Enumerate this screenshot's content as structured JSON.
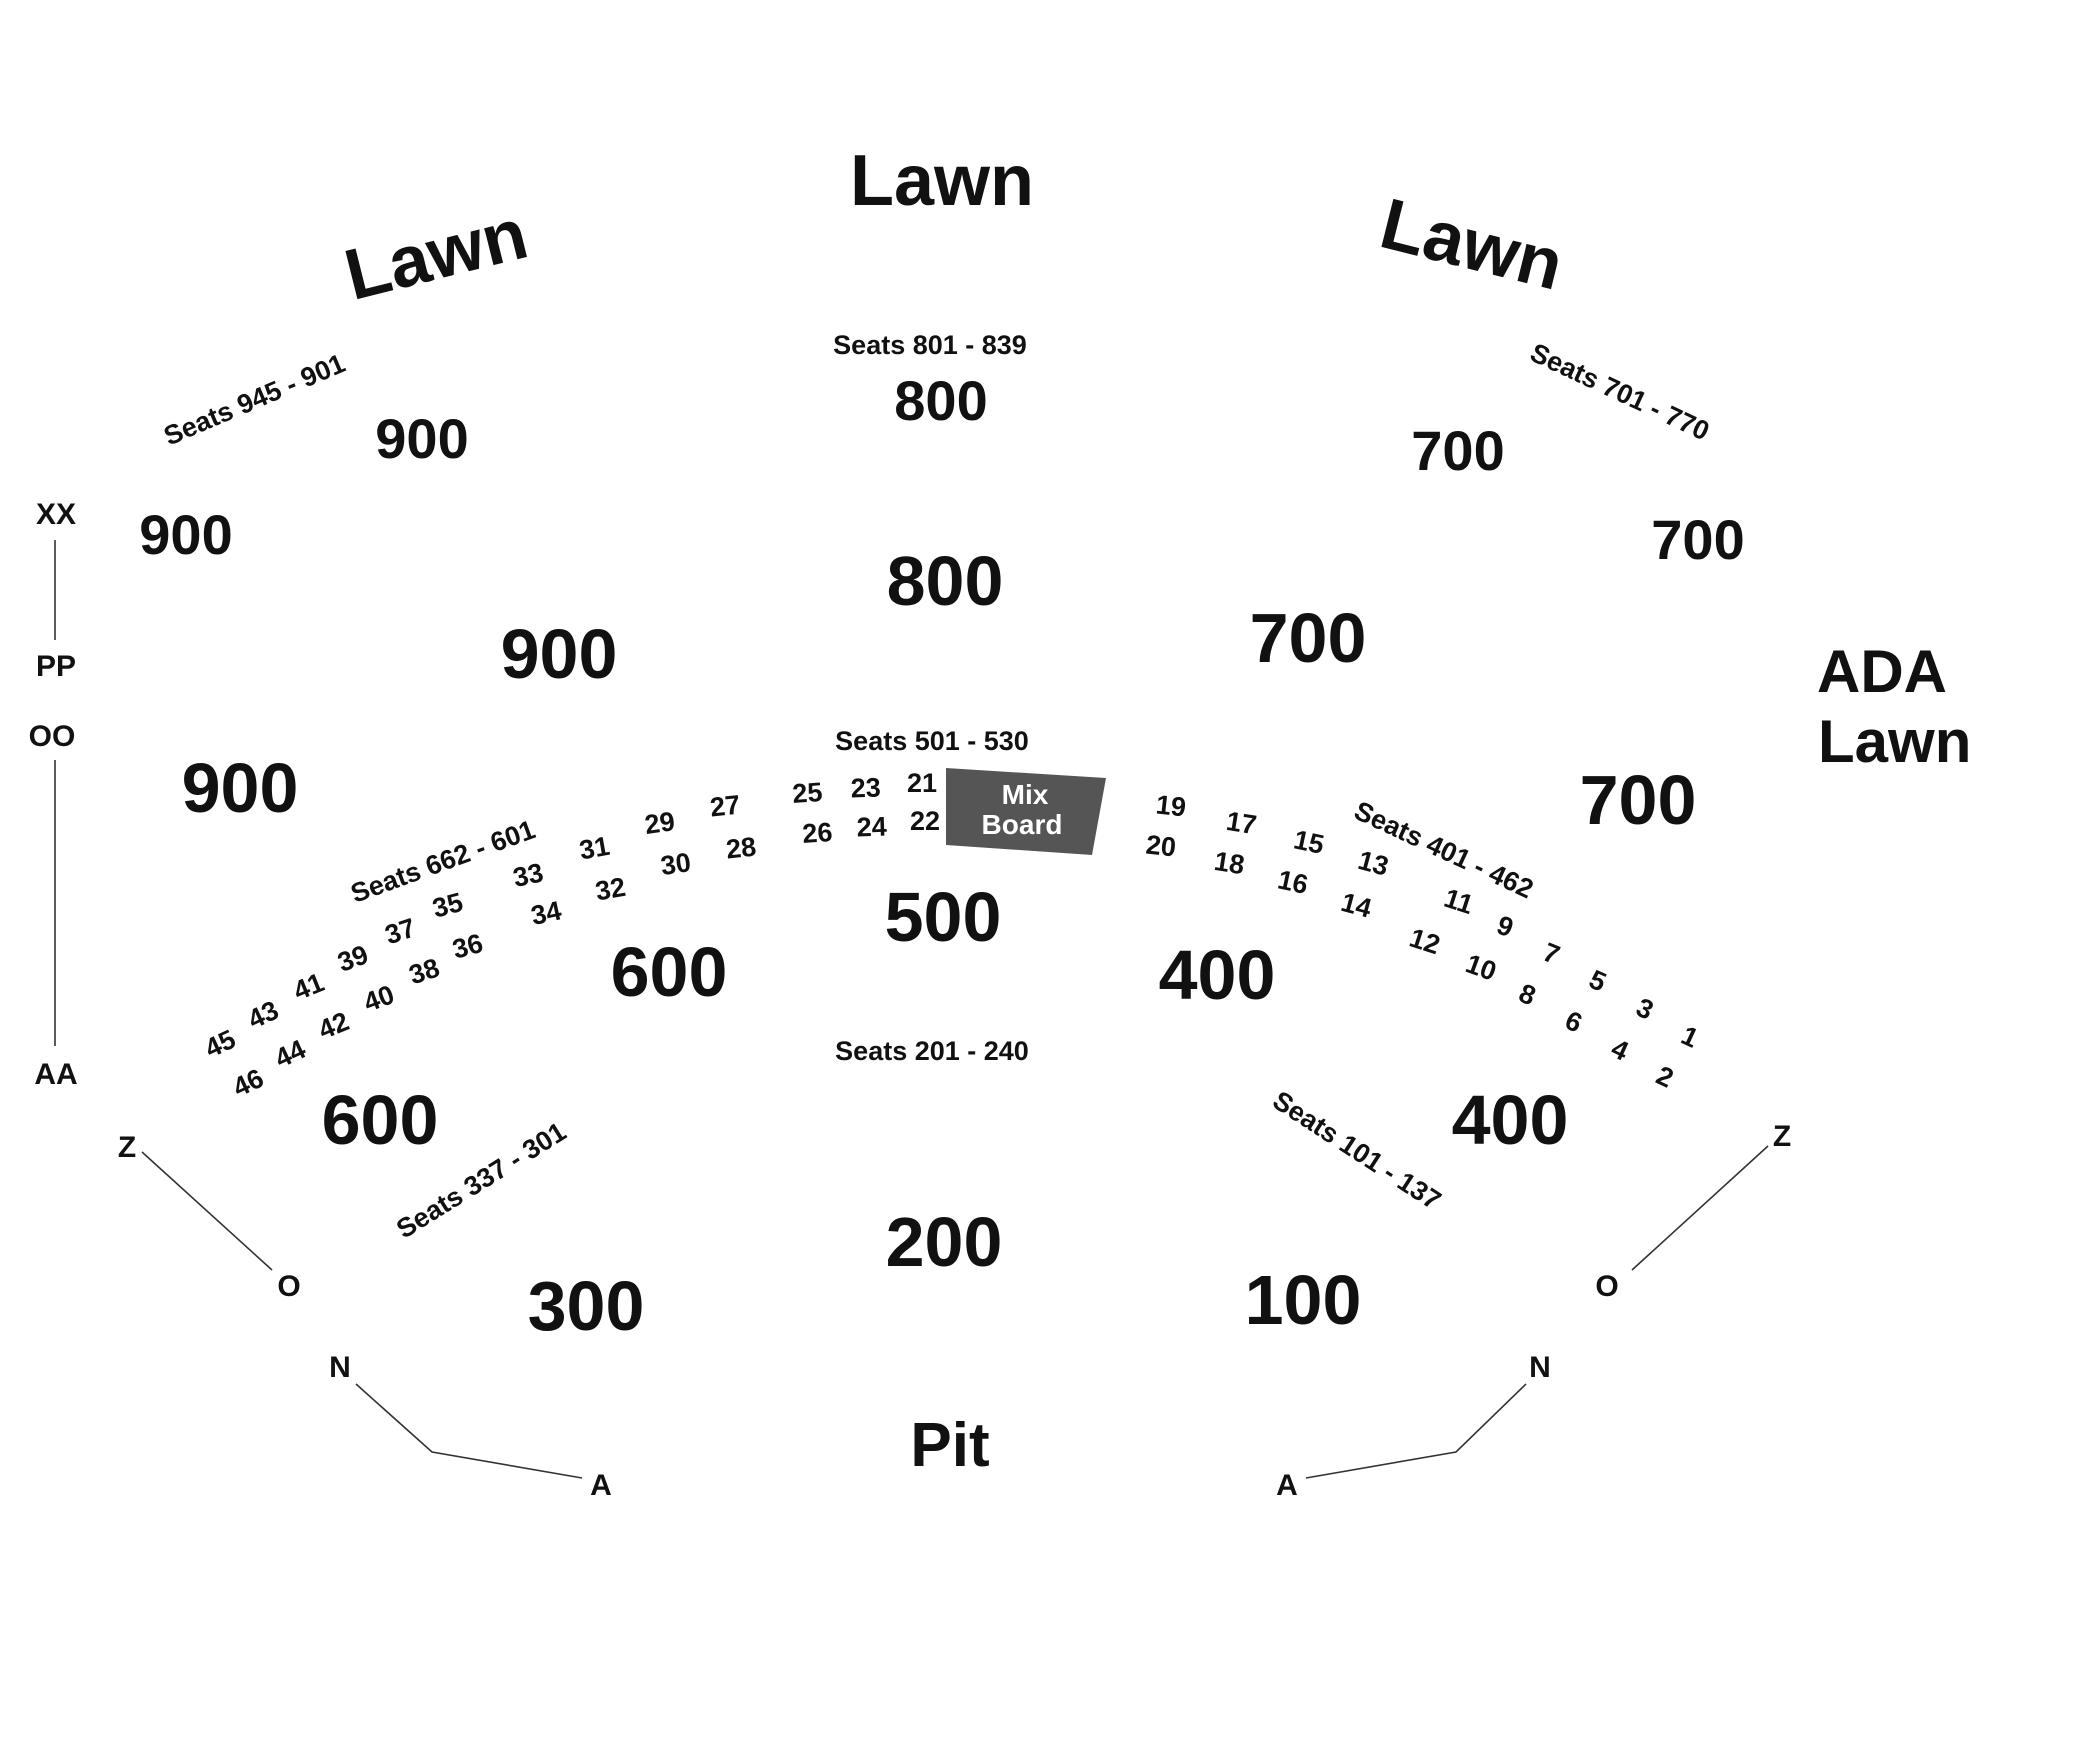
{
  "lawn": {
    "left": "Lawn",
    "center": "Lawn",
    "right": "Lawn"
  },
  "ada_lawn": {
    "line1": "ADA",
    "line2": "Lawn"
  },
  "pit": "Pit",
  "mix_board": {
    "line1": "Mix",
    "line2": "Board",
    "color": "#555555"
  },
  "sections": {
    "s900_top": "900",
    "s900_left": "900",
    "s900_mid": "900",
    "s900_low": "900",
    "s800_top": "800",
    "s800_mid": "800",
    "s700_top": "700",
    "s700_right": "700",
    "s700_mid": "700",
    "s700_low": "700",
    "s500": "500",
    "s600_upper": "600",
    "s600_lower": "600",
    "s400_upper": "400",
    "s400_lower": "400",
    "s300": "300",
    "s200": "200",
    "s100": "100"
  },
  "seat_ranges": {
    "r945_901": "Seats 945 - 901",
    "r801_839": "Seats 801 - 839",
    "r701_770": "Seats 701 - 770",
    "r501_530": "Seats 501 - 530",
    "r662_601": "Seats 662 - 601",
    "r401_462": "Seats 401 - 462",
    "r201_240": "Seats 201 - 240",
    "r337_301": "Seats 337 - 301",
    "r101_137": "Seats 101 - 137"
  },
  "rows": {
    "left_xx": "XX",
    "left_pp": "PP",
    "left_oo": "OO",
    "left_aa": "AA",
    "left_z": "Z",
    "left_o": "O",
    "left_n": "N",
    "left_a": "A",
    "right_z": "Z",
    "right_o": "O",
    "right_n": "N",
    "right_a": "A"
  },
  "box_numbers": [
    "45",
    "43",
    "41",
    "39",
    "37",
    "35",
    "33",
    "31",
    "29",
    "27",
    "25",
    "23",
    "21",
    "46",
    "44",
    "42",
    "40",
    "38",
    "36",
    "34",
    "32",
    "30",
    "28",
    "26",
    "24",
    "22",
    "19",
    "17",
    "15",
    "13",
    "11",
    "9",
    "7",
    "5",
    "3",
    "1",
    "20",
    "18",
    "16",
    "14",
    "12",
    "10",
    "8",
    "6",
    "4",
    "2"
  ]
}
